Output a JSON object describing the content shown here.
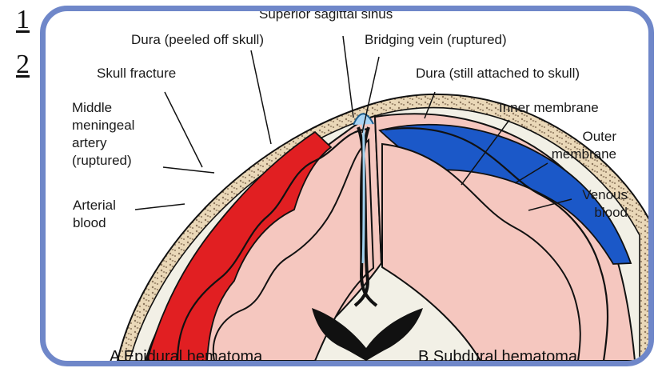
{
  "page_numbers": {
    "first": "1",
    "second": "2"
  },
  "colors": {
    "frame": "#6f87c9",
    "skull": "#ead8b8",
    "brain": "#f5c7bf",
    "arterial": "#e11f22",
    "venous": "#1b58c8",
    "outline": "#111111"
  },
  "labels": {
    "superior_sagittal_sinus": "Superior sagittal sinus",
    "dura_peeled": "Dura (peeled off skull)",
    "bridging_vein": "Bridging vein (ruptured)",
    "skull_fracture": "Skull fracture",
    "dura_attached": "Dura (still attached to skull)",
    "middle_meningeal_artery": "Middle meningeal artery (ruptured)",
    "inner_membrane": "Inner membrane",
    "outer_membrane": "Outer membrane",
    "arterial_blood": "Arterial blood",
    "venous_blood": "Venous blood",
    "caption_a": "A Epidural hematoma",
    "caption_b": "B Subdural hematoma"
  },
  "icons": {
    "brain": "brain-icon",
    "frame": "rounded-frame"
  }
}
